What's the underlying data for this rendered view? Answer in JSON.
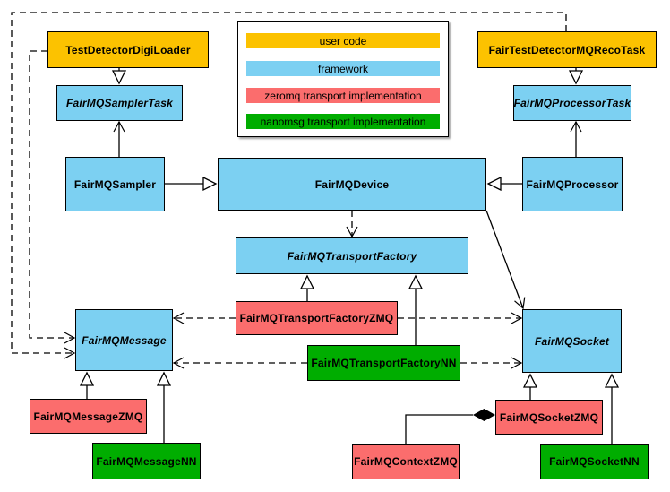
{
  "legend": {
    "items": [
      {
        "label": "user code",
        "color": "#FCC200"
      },
      {
        "label": "framework",
        "color": "#7CD0F2"
      },
      {
        "label": "zeromq transport implementation",
        "color": "#FB6D6D"
      },
      {
        "label": "nanomsg transport implementation",
        "color": "#00AD00"
      }
    ]
  },
  "nodes": {
    "digi_loader": {
      "label": "TestDetectorDigiLoader",
      "category": "user code"
    },
    "reco_task": {
      "label": "FairTestDetectorMQRecoTask",
      "category": "user code"
    },
    "sampler_task": {
      "label": "FairMQSamplerTask",
      "category": "framework",
      "abstract": true
    },
    "processor_task": {
      "label": "FairMQProcessorTask",
      "category": "framework",
      "abstract": true
    },
    "sampler": {
      "label": "FairMQSampler",
      "category": "framework"
    },
    "device": {
      "label": "FairMQDevice",
      "category": "framework"
    },
    "processor": {
      "label": "FairMQProcessor",
      "category": "framework"
    },
    "factory": {
      "label": "FairMQTransportFactory",
      "category": "framework",
      "abstract": true
    },
    "factory_zmq": {
      "label": "FairMQTransportFactoryZMQ",
      "category": "zeromq transport implementation"
    },
    "factory_nn": {
      "label": "FairMQTransportFactoryNN",
      "category": "nanomsg transport implementation"
    },
    "message": {
      "label": "FairMQMessage",
      "category": "framework",
      "abstract": true
    },
    "socket": {
      "label": "FairMQSocket",
      "category": "framework",
      "abstract": true
    },
    "message_zmq": {
      "label": "FairMQMessageZMQ",
      "category": "zeromq transport implementation"
    },
    "message_nn": {
      "label": "FairMQMessageNN",
      "category": "nanomsg transport implementation"
    },
    "socket_zmq": {
      "label": "FairMQSocketZMQ",
      "category": "zeromq transport implementation"
    },
    "socket_nn": {
      "label": "FairMQSocketNN",
      "category": "nanomsg transport implementation"
    },
    "context_zmq": {
      "label": "FairMQContextZMQ",
      "category": "zeromq transport implementation"
    }
  },
  "edges": [
    {
      "from": "TestDetectorDigiLoader",
      "to": "FairMQSamplerTask",
      "type": "inheritance"
    },
    {
      "from": "FairTestDetectorMQRecoTask",
      "to": "FairMQProcessorTask",
      "type": "inheritance"
    },
    {
      "from": "FairMQSampler",
      "to": "FairMQSamplerTask",
      "type": "association-arrow"
    },
    {
      "from": "FairMQProcessor",
      "to": "FairMQProcessorTask",
      "type": "association-arrow"
    },
    {
      "from": "FairMQSampler",
      "to": "FairMQDevice",
      "type": "inheritance"
    },
    {
      "from": "FairMQProcessor",
      "to": "FairMQDevice",
      "type": "inheritance"
    },
    {
      "from": "FairMQDevice",
      "to": "FairMQTransportFactory",
      "type": "dependency-dashed"
    },
    {
      "from": "FairMQDevice",
      "to": "FairMQSocket",
      "type": "association-arrow"
    },
    {
      "from": "FairMQTransportFactoryZMQ",
      "to": "FairMQTransportFactory",
      "type": "inheritance"
    },
    {
      "from": "FairMQTransportFactoryNN",
      "to": "FairMQTransportFactory",
      "type": "inheritance"
    },
    {
      "from": "FairMQTransportFactoryZMQ",
      "to": "FairMQMessage",
      "type": "dependency-dashed"
    },
    {
      "from": "FairMQTransportFactoryZMQ",
      "to": "FairMQSocket",
      "type": "dependency-dashed"
    },
    {
      "from": "FairMQTransportFactoryNN",
      "to": "FairMQMessage",
      "type": "dependency-dashed"
    },
    {
      "from": "FairMQTransportFactoryNN",
      "to": "FairMQSocket",
      "type": "dependency-dashed"
    },
    {
      "from": "TestDetectorDigiLoader",
      "to": "FairMQMessage",
      "type": "dependency-dashed"
    },
    {
      "from": "FairTestDetectorMQRecoTask",
      "to": "FairMQMessage",
      "type": "dependency-dashed"
    },
    {
      "from": "FairMQMessageZMQ",
      "to": "FairMQMessage",
      "type": "inheritance"
    },
    {
      "from": "FairMQMessageNN",
      "to": "FairMQMessage",
      "type": "inheritance"
    },
    {
      "from": "FairMQSocketZMQ",
      "to": "FairMQSocket",
      "type": "inheritance"
    },
    {
      "from": "FairMQSocketNN",
      "to": "FairMQSocket",
      "type": "inheritance"
    },
    {
      "from": "FairMQSocketZMQ",
      "to": "FairMQContextZMQ",
      "type": "composition-diamond"
    }
  ],
  "colors": {
    "user_code": "#FCC200",
    "framework": "#7CD0F2",
    "zeromq": "#FB6D6D",
    "nanomsg": "#00AD00",
    "line": "#000000",
    "background": "#FFFFFF"
  }
}
